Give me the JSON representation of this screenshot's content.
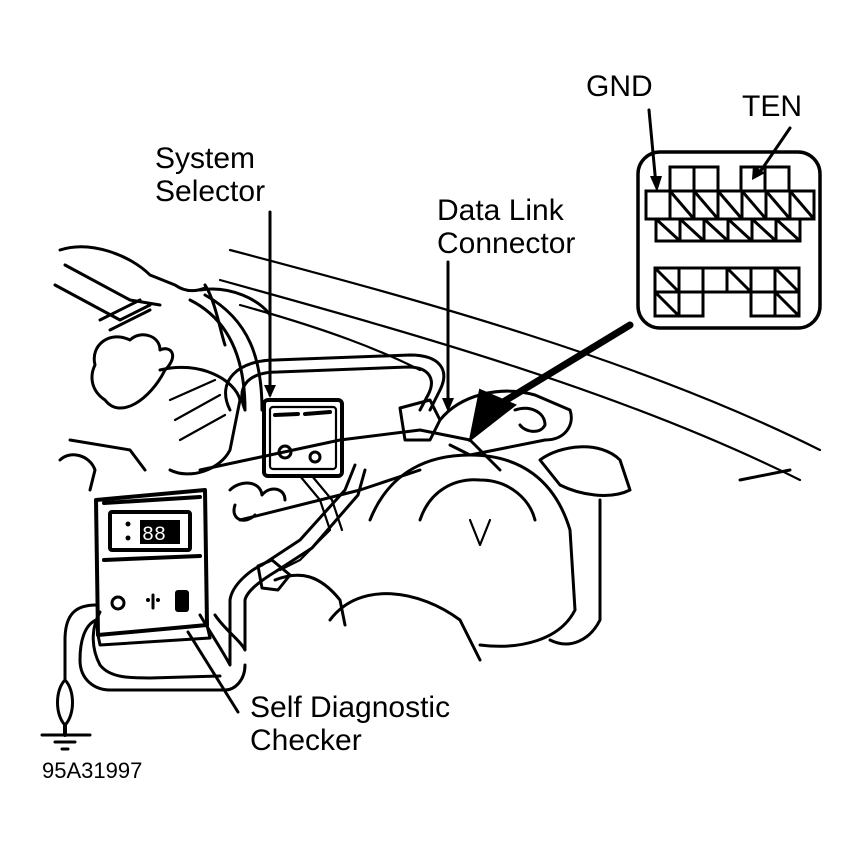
{
  "figure": {
    "reference_code": "95A31997",
    "colors": {
      "ink": "#000000",
      "background": "#ffffff"
    }
  },
  "callouts": {
    "system_selector": {
      "line1": "System",
      "line2": "Selector"
    },
    "data_link_connector": {
      "line1": "Data Link",
      "line2": "Connector"
    },
    "self_diagnostic_checker": {
      "line1": "Self Diagnostic",
      "line2": "Checker"
    }
  },
  "connector_inset": {
    "gnd_label": "GND",
    "ten_label": "TEN"
  }
}
